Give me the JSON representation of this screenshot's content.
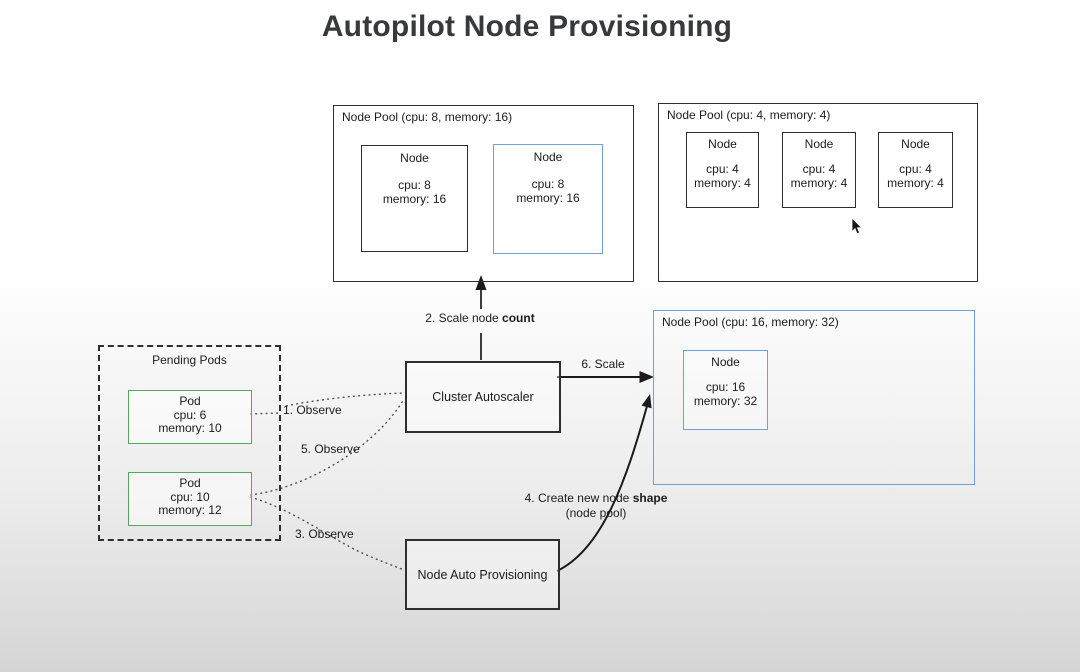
{
  "title": "Autopilot Node Provisioning",
  "node_pools": [
    {
      "label": "Node Pool (cpu: 8, memory: 16)",
      "nodes": [
        {
          "title": "Node",
          "cpu": "cpu: 8",
          "memory": "memory: 16",
          "border": "black"
        },
        {
          "title": "Node",
          "cpu": "cpu: 8",
          "memory": "memory: 16",
          "border": "blue"
        }
      ]
    },
    {
      "label": "Node Pool (cpu: 4, memory: 4)",
      "nodes": [
        {
          "title": "Node",
          "cpu": "cpu: 4",
          "memory": "memory: 4",
          "border": "black"
        },
        {
          "title": "Node",
          "cpu": "cpu: 4",
          "memory": "memory: 4",
          "border": "black"
        },
        {
          "title": "Node",
          "cpu": "cpu: 4",
          "memory": "memory: 4",
          "border": "black"
        }
      ]
    },
    {
      "label": "Node Pool (cpu: 16, memory: 32)",
      "nodes": [
        {
          "title": "Node",
          "cpu": "cpu: 16",
          "memory": "memory: 32",
          "border": "blue"
        }
      ]
    }
  ],
  "pending": {
    "label": "Pending Pods",
    "pods": [
      {
        "title": "Pod",
        "cpu": "cpu: 6",
        "memory": "memory: 10"
      },
      {
        "title": "Pod",
        "cpu": "cpu: 10",
        "memory": "memory: 12"
      }
    ]
  },
  "components": {
    "cluster_autoscaler": "Cluster Autoscaler",
    "node_auto_provisioning": "Node Auto Provisioning"
  },
  "arrows": {
    "observe1": "1. Observe",
    "scale_count": {
      "prefix": "2. Scale node ",
      "bold": "count"
    },
    "observe3": "3. Observe",
    "create": {
      "prefix": "4. Create new node ",
      "bold": "shape",
      "sub": "(node pool)"
    },
    "observe5": "5. Observe",
    "scale6": "6. Scale"
  },
  "colors": {
    "border_black": "#2e2e2e",
    "border_blue": "#6fa3d8",
    "border_green": "#55a95c",
    "text": "#1c1c1c",
    "background_top": "#ffffff",
    "background_bottom": "#d5d5d5"
  }
}
